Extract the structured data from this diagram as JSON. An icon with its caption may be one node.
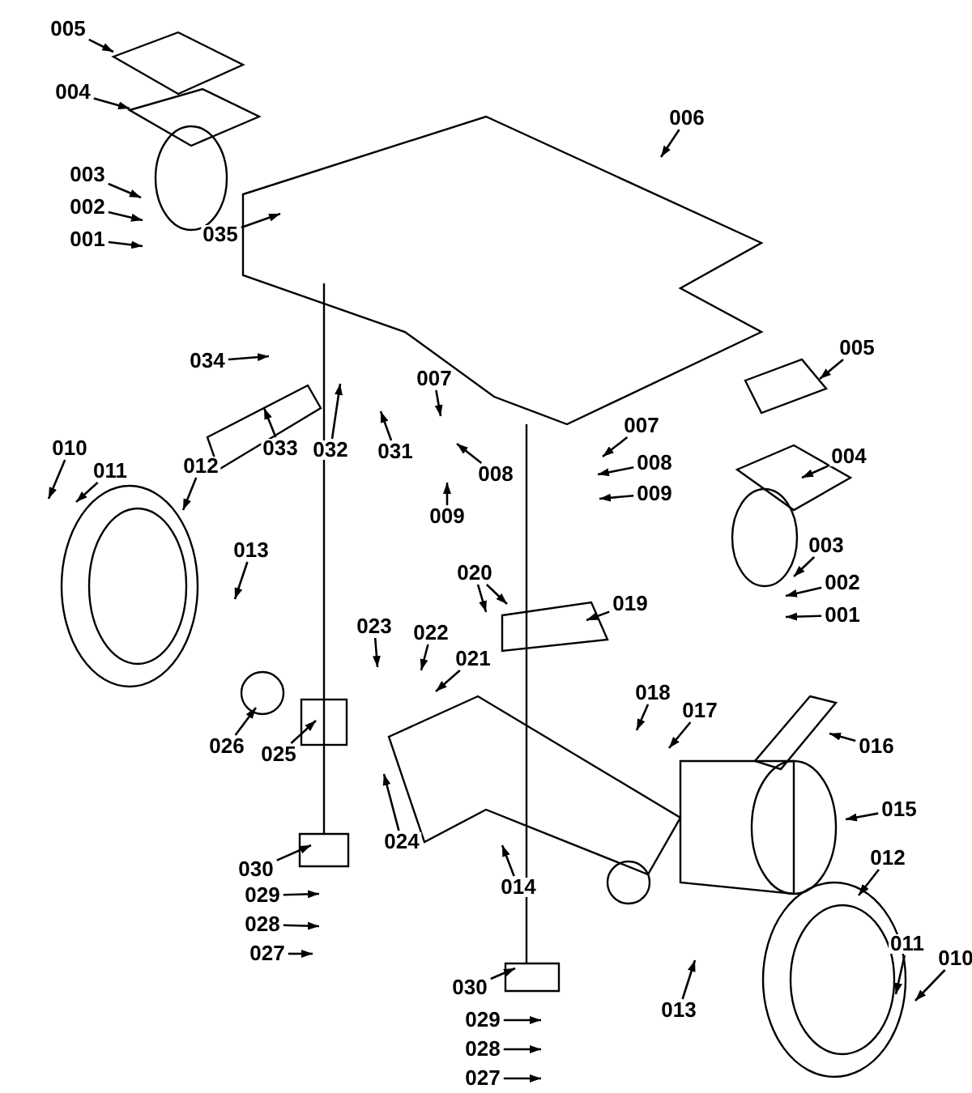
{
  "diagram": {
    "nodes": [
      {
        "text": [
          "005"
        ]
      },
      {
        "text": [
          "004"
        ]
      },
      {
        "text": [
          "006"
        ]
      },
      {
        "text": [
          "003"
        ]
      },
      {
        "text": [
          "002"
        ]
      },
      {
        "text": [
          "035"
        ]
      },
      {
        "text": [
          "001"
        ]
      },
      {
        "text": [
          "005"
        ]
      },
      {
        "text": [
          "034"
        ]
      },
      {
        "text": [
          "007"
        ]
      },
      {
        "text": [
          "007"
        ]
      },
      {
        "text": [
          "032"
        ]
      },
      {
        "text": [
          "010"
        ]
      },
      {
        "text": [
          "033"
        ]
      },
      {
        "text": [
          "031"
        ]
      },
      {
        "text": [
          "004"
        ]
      },
      {
        "text": [
          "008"
        ]
      },
      {
        "text": [
          "012"
        ]
      },
      {
        "text": [
          "011"
        ]
      },
      {
        "text": [
          "008"
        ]
      },
      {
        "text": [
          "009"
        ]
      },
      {
        "text": [
          "009"
        ]
      },
      {
        "text": [
          "003"
        ]
      },
      {
        "text": [
          "013"
        ]
      },
      {
        "text": [
          "020"
        ]
      },
      {
        "text": [
          "002"
        ]
      },
      {
        "text": [
          "019"
        ]
      },
      {
        "text": [
          "001"
        ]
      },
      {
        "text": [
          "023"
        ]
      },
      {
        "text": [
          "022"
        ]
      },
      {
        "text": [
          "021"
        ]
      },
      {
        "text": [
          "018"
        ]
      },
      {
        "text": [
          "017"
        ]
      },
      {
        "text": [
          "016"
        ]
      },
      {
        "text": [
          "026"
        ]
      },
      {
        "text": [
          "025"
        ]
      },
      {
        "text": [
          "015"
        ]
      },
      {
        "text": [
          "024"
        ]
      },
      {
        "text": [
          "030"
        ]
      },
      {
        "text": [
          "012"
        ]
      },
      {
        "text": [
          "014"
        ]
      },
      {
        "text": [
          "029"
        ]
      },
      {
        "text": [
          "028"
        ]
      },
      {
        "text": [
          "011"
        ]
      },
      {
        "text": [
          "027"
        ]
      },
      {
        "text": [
          "010"
        ]
      },
      {
        "text": [
          "030"
        ]
      },
      {
        "text": [
          "013"
        ]
      },
      {
        "text": [
          "029"
        ]
      },
      {
        "text": [
          "028"
        ]
      },
      {
        "text": [
          "027"
        ]
      }
    ],
    "edges": [
      {
        "from": 0,
        "to": null,
        "arrow": "to"
      },
      {
        "from": 1,
        "to": null,
        "arrow": "to"
      },
      {
        "from": 2,
        "to": null,
        "arrow": "to"
      },
      {
        "from": 3,
        "to": null,
        "arrow": "to"
      },
      {
        "from": 4,
        "to": null,
        "arrow": "to"
      },
      {
        "from": 5,
        "to": null,
        "arrow": "to"
      },
      {
        "from": 6,
        "to": null,
        "arrow": "to"
      },
      {
        "from": 7,
        "to": null,
        "arrow": "to"
      },
      {
        "from": 8,
        "to": null,
        "arrow": "to"
      },
      {
        "from": 9,
        "to": null,
        "arrow": "to"
      },
      {
        "from": 10,
        "to": null,
        "arrow": "to"
      },
      {
        "from": 11,
        "to": null,
        "arrow": "to"
      },
      {
        "from": 12,
        "to": null,
        "arrow": "to"
      },
      {
        "from": 13,
        "to": null,
        "arrow": "to"
      },
      {
        "from": 14,
        "to": null,
        "arrow": "to"
      },
      {
        "from": 15,
        "to": null,
        "arrow": "to"
      },
      {
        "from": 16,
        "to": null,
        "arrow": "to"
      },
      {
        "from": 17,
        "to": null,
        "arrow": "to"
      },
      {
        "from": 18,
        "to": null,
        "arrow": "to"
      },
      {
        "from": 19,
        "to": null,
        "arrow": "to"
      },
      {
        "from": 20,
        "to": null,
        "arrow": "to"
      },
      {
        "from": 21,
        "to": null,
        "arrow": "to"
      },
      {
        "from": 22,
        "to": null,
        "arrow": "to"
      },
      {
        "from": 23,
        "to": null,
        "arrow": "to"
      },
      {
        "from": 24,
        "to": null,
        "arrow": "to"
      },
      {
        "from": 24,
        "to": null,
        "arrow": "to"
      },
      {
        "from": 25,
        "to": null,
        "arrow": "to"
      },
      {
        "from": 26,
        "to": null,
        "arrow": "to"
      },
      {
        "from": 27,
        "to": null,
        "arrow": "to"
      },
      {
        "from": 28,
        "to": null,
        "arrow": "to"
      },
      {
        "from": 29,
        "to": null,
        "arrow": "to"
      },
      {
        "from": 30,
        "to": null,
        "arrow": "to"
      },
      {
        "from": 31,
        "to": null,
        "arrow": "to"
      },
      {
        "from": 32,
        "to": null,
        "arrow": "to"
      },
      {
        "from": 33,
        "to": null,
        "arrow": "to"
      },
      {
        "from": 34,
        "to": null,
        "arrow": "to"
      },
      {
        "from": 35,
        "to": null,
        "arrow": "to"
      },
      {
        "from": 36,
        "to": null,
        "arrow": "to"
      },
      {
        "from": 37,
        "to": null,
        "arrow": "to"
      },
      {
        "from": 38,
        "to": null,
        "arrow": "to"
      },
      {
        "from": 39,
        "to": null,
        "arrow": "to"
      },
      {
        "from": 40,
        "to": null,
        "arrow": "to"
      },
      {
        "from": 41,
        "to": null,
        "arrow": "to"
      },
      {
        "from": 42,
        "to": null,
        "arrow": "to"
      },
      {
        "from": 43,
        "to": null,
        "arrow": "to"
      },
      {
        "from": 44,
        "to": null,
        "arrow": "to"
      },
      {
        "from": 45,
        "to": null,
        "arrow": "to"
      },
      {
        "from": 46,
        "to": null,
        "arrow": "to"
      },
      {
        "from": 47,
        "to": null,
        "arrow": "to"
      },
      {
        "from": 48,
        "to": null,
        "arrow": "to"
      },
      {
        "from": 49,
        "to": null,
        "arrow": "to"
      },
      {
        "from": 50,
        "to": null,
        "arrow": "to"
      }
    ]
  }
}
